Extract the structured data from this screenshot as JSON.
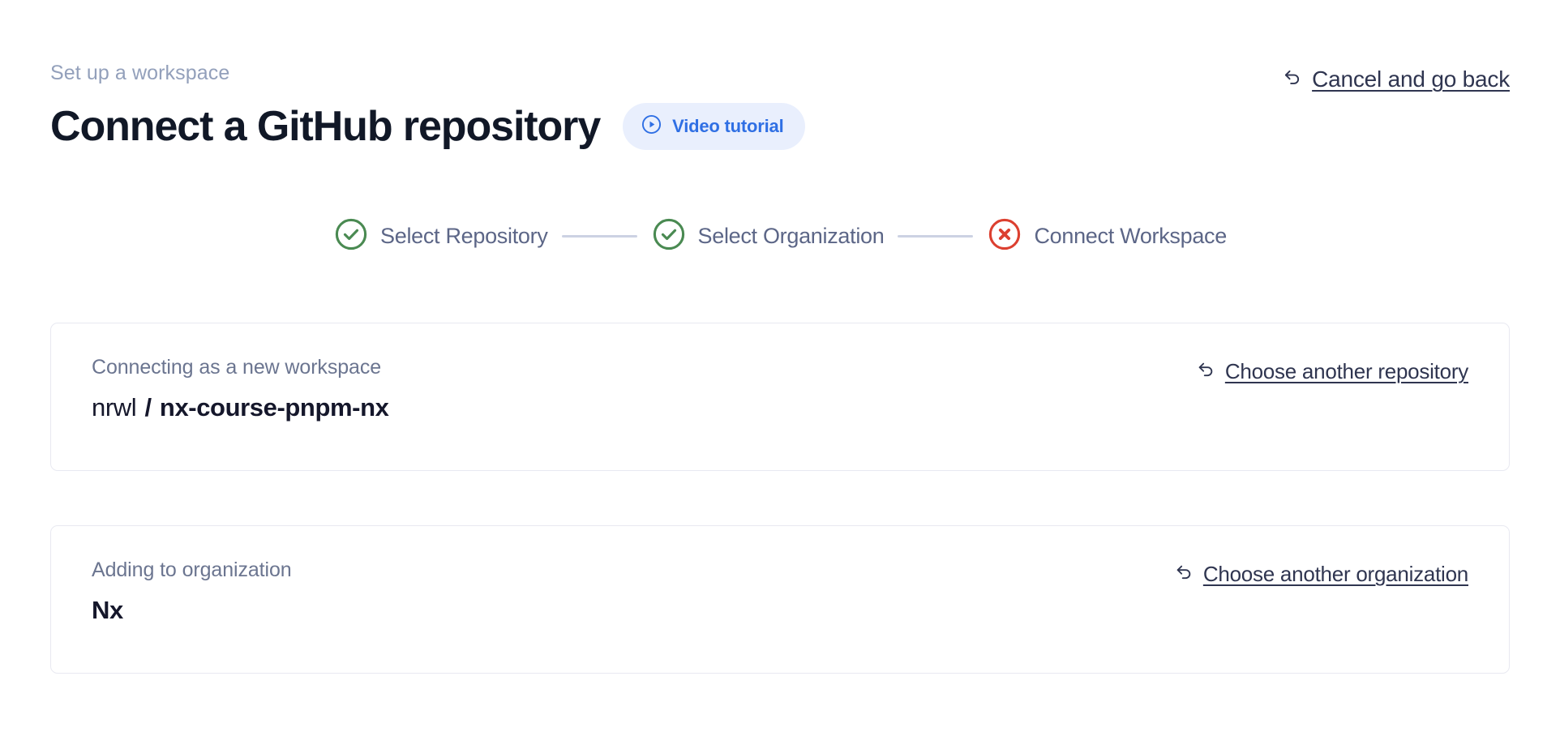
{
  "header": {
    "breadcrumb": "Set up a workspace",
    "title": "Connect a GitHub repository",
    "video_badge": {
      "label": "Video tutorial",
      "icon": "play-circle-icon",
      "color": "#2f6fe4",
      "background": "#e9effd"
    },
    "cancel_link": {
      "label": "Cancel and go back",
      "icon": "back-arrow-icon"
    }
  },
  "stepper": {
    "steps": [
      {
        "label": "Select Repository",
        "state": "complete",
        "icon": "check-circle-icon",
        "color": "#4a8a52"
      },
      {
        "label": "Select Organization",
        "state": "complete",
        "icon": "check-circle-icon",
        "color": "#4a8a52"
      },
      {
        "label": "Connect Workspace",
        "state": "error",
        "icon": "x-circle-icon",
        "color": "#dc4030"
      }
    ],
    "connector_color": "#ccd2e3"
  },
  "cards": [
    {
      "label": "Connecting as a new workspace",
      "value_owner": "nrwl",
      "value_separator": "/",
      "value_repo": "nx-course-pnpm-nx",
      "link": {
        "label": "Choose another repository",
        "icon": "back-arrow-icon"
      }
    },
    {
      "label": "Adding to organization",
      "value": "Nx",
      "link": {
        "label": "Choose another organization",
        "icon": "back-arrow-icon"
      }
    }
  ]
}
